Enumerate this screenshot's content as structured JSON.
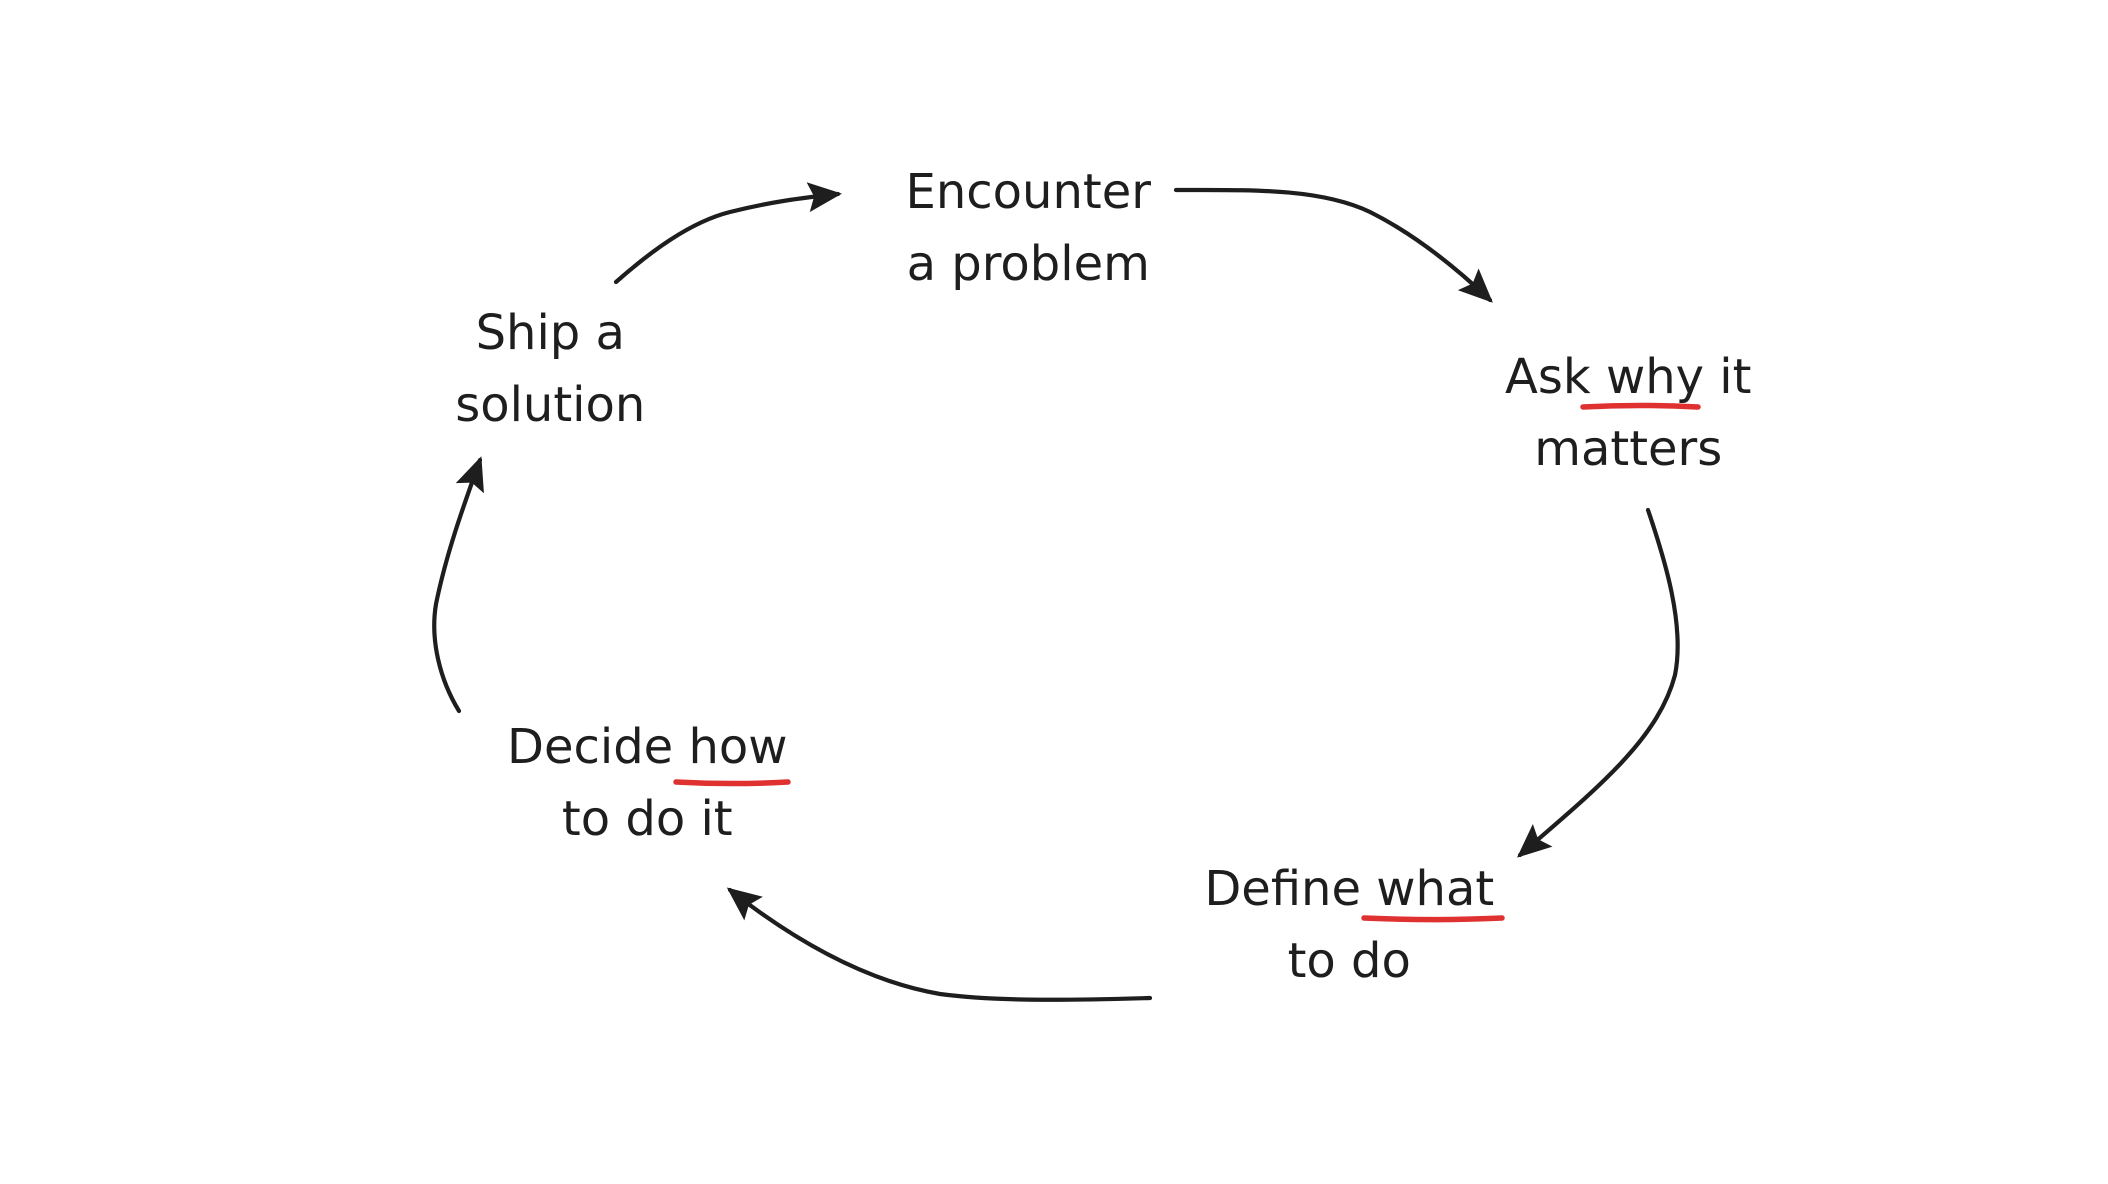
{
  "colors": {
    "ink": "#1e1e1e",
    "emphasis": "#e03131",
    "background": "#ffffff"
  },
  "cycle": [
    {
      "id": "encounter",
      "line1": "Encounter",
      "line2": "a problem"
    },
    {
      "id": "ask",
      "line1_pre": "Ask ",
      "line1_em": "why",
      "line1_post": " it",
      "line2": "matters"
    },
    {
      "id": "define",
      "line1_pre": "Define ",
      "line1_em": "what",
      "line2": "to do"
    },
    {
      "id": "decide",
      "line1_pre": "Decide ",
      "line1_em": "how",
      "line2": "to do it"
    },
    {
      "id": "ship",
      "line1": "Ship a",
      "line2": "solution"
    }
  ]
}
